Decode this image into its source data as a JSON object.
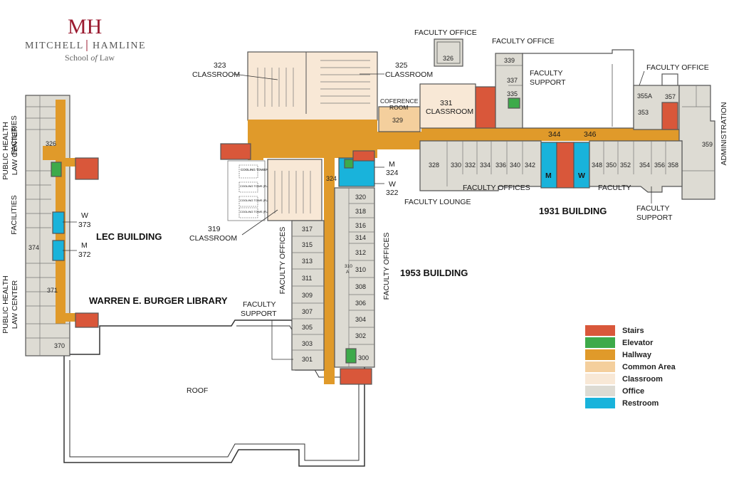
{
  "logo": {
    "mark": "MH",
    "name_left": "MITCHELL",
    "name_right": "HAMLINE",
    "sub_school": "School ",
    "sub_of": "of",
    "sub_law": " Law"
  },
  "colors": {
    "stairs": "#d9573a",
    "elevator": "#3daa4a",
    "hallway": "#e09a2a",
    "common": "#f4cf9d",
    "classroom": "#f8e8d6",
    "office": "#dddbd3",
    "restroom": "#19b3db",
    "outline": "#555555"
  },
  "legend": [
    {
      "key": "stairs",
      "label": "Stairs"
    },
    {
      "key": "elevator",
      "label": "Elevator"
    },
    {
      "key": "hallway",
      "label": "Hallway"
    },
    {
      "key": "common",
      "label": "Common Area"
    },
    {
      "key": "classroom",
      "label": "Classroom"
    },
    {
      "key": "office",
      "label": "Office"
    },
    {
      "key": "restroom",
      "label": "Restroom"
    }
  ],
  "buildings": {
    "lec": "LEC BUILDING",
    "burger": "WARREN E. BURGER LIBRARY",
    "b1953": "1953 BUILDING",
    "b1931": "1931 BUILDING"
  },
  "labels": {
    "faculty_office_top": "FACULTY OFFICE",
    "faculty_office_339": "FACULTY OFFICE",
    "faculty_office_right": "FACULTY OFFICE",
    "faculty_support_top_1": "FACULTY",
    "faculty_support_top_2": "SUPPORT",
    "c323_num": "323",
    "c323": "CLASSROOM",
    "c325_num": "325",
    "c325": "CLASSROOM",
    "conf_1": "COFERENCE",
    "conf_2": "ROOM",
    "c331_num": "331",
    "c331": "CLASSROOM",
    "c319_num": "319",
    "c319": "CLASSROOM",
    "faculty_lounge": "FACULTY LOUNGE",
    "faculty_offices_1931": "FACULTY OFFICES",
    "faculty_1931": "FACULTY",
    "faculty_support_1931_1": "FACULTY",
    "faculty_support_1931_2": "SUPPORT",
    "administration": "ADMINISTRATION",
    "facilities_top": "FACILITIES",
    "public_health_top_1": "PUBLIC HEALTH",
    "public_health_top_2": "LAW CENTER",
    "facilities_mid": "FACILITIES",
    "public_health_bot_1": "PUBLIC HEALTH",
    "public_health_bot_2": "LAW CENTER",
    "faculty_offices_left": "FACULTY OFFICES",
    "faculty_offices_right": "FACULTY OFFICES",
    "faculty_support_1953_1": "FACULTY",
    "faculty_support_1953_2": "SUPPORT",
    "roof": "ROOF",
    "m324": "M",
    "m324_num": "324",
    "w322": "W",
    "w322_num": "322",
    "w373": "W",
    "w373_num": "373",
    "m372": "M",
    "m372_num": "372",
    "m_1931": "M",
    "w_1931": "W",
    "n344": "344",
    "n346": "346",
    "cooling1": "COOLING TOWER",
    "cooling2": "COOLING TOWE (FUTURE)",
    "cooling3": "COOLING TOWE (FUTURE)",
    "cooling4": "COOLING TOWE (FUTURE)"
  },
  "rooms": {
    "r326": "326",
    "r339": "339",
    "r337": "337",
    "r335": "335",
    "r355a": "355A",
    "r357": "357",
    "r359": "359",
    "r353": "353",
    "r329": "329",
    "r328": "328",
    "r330": "330",
    "r332": "332",
    "r334": "334",
    "r336": "336",
    "r340": "340",
    "r342": "342",
    "r348": "348",
    "r350": "350",
    "r352": "352",
    "r354": "354",
    "r356": "356",
    "r358": "358",
    "r324s": "324",
    "r320": "320",
    "r318": "318",
    "r316": "316",
    "r314": "314",
    "r312": "312",
    "r310": "310",
    "r310a_1": "310",
    "r310a_2": "A",
    "r308": "308",
    "r306": "306",
    "r304": "304",
    "r302": "302",
    "r300": "300",
    "r317": "317",
    "r315": "315",
    "r313": "313",
    "r311": "311",
    "r309": "309",
    "r307": "307",
    "r305": "305",
    "r303": "303",
    "r301": "301",
    "r326lec": "326",
    "r374": "374",
    "r371": "371",
    "r370": "370"
  }
}
